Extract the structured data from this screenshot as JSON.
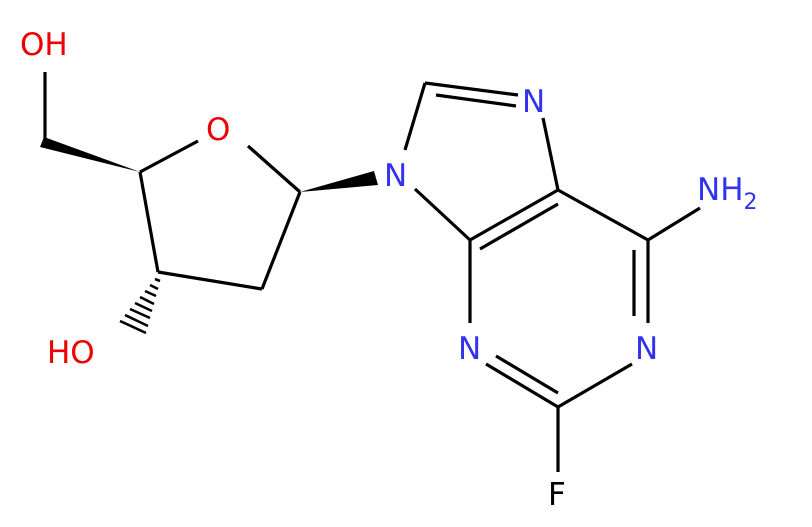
{
  "colors": {
    "nitrogen": "#3333ee",
    "oxygen": "#ee0000",
    "fluorine": "#000000",
    "bond": "#000000",
    "background": "#ffffff"
  },
  "molecule": {
    "labels": {
      "oh_top": "OH",
      "ring_oxygen": "O",
      "ho_left": "HO",
      "n9": "N",
      "n7": "N",
      "nh2_n": "NH",
      "nh2_sub": "2",
      "n3": "N",
      "n1": "N",
      "fluorine": "F"
    }
  }
}
